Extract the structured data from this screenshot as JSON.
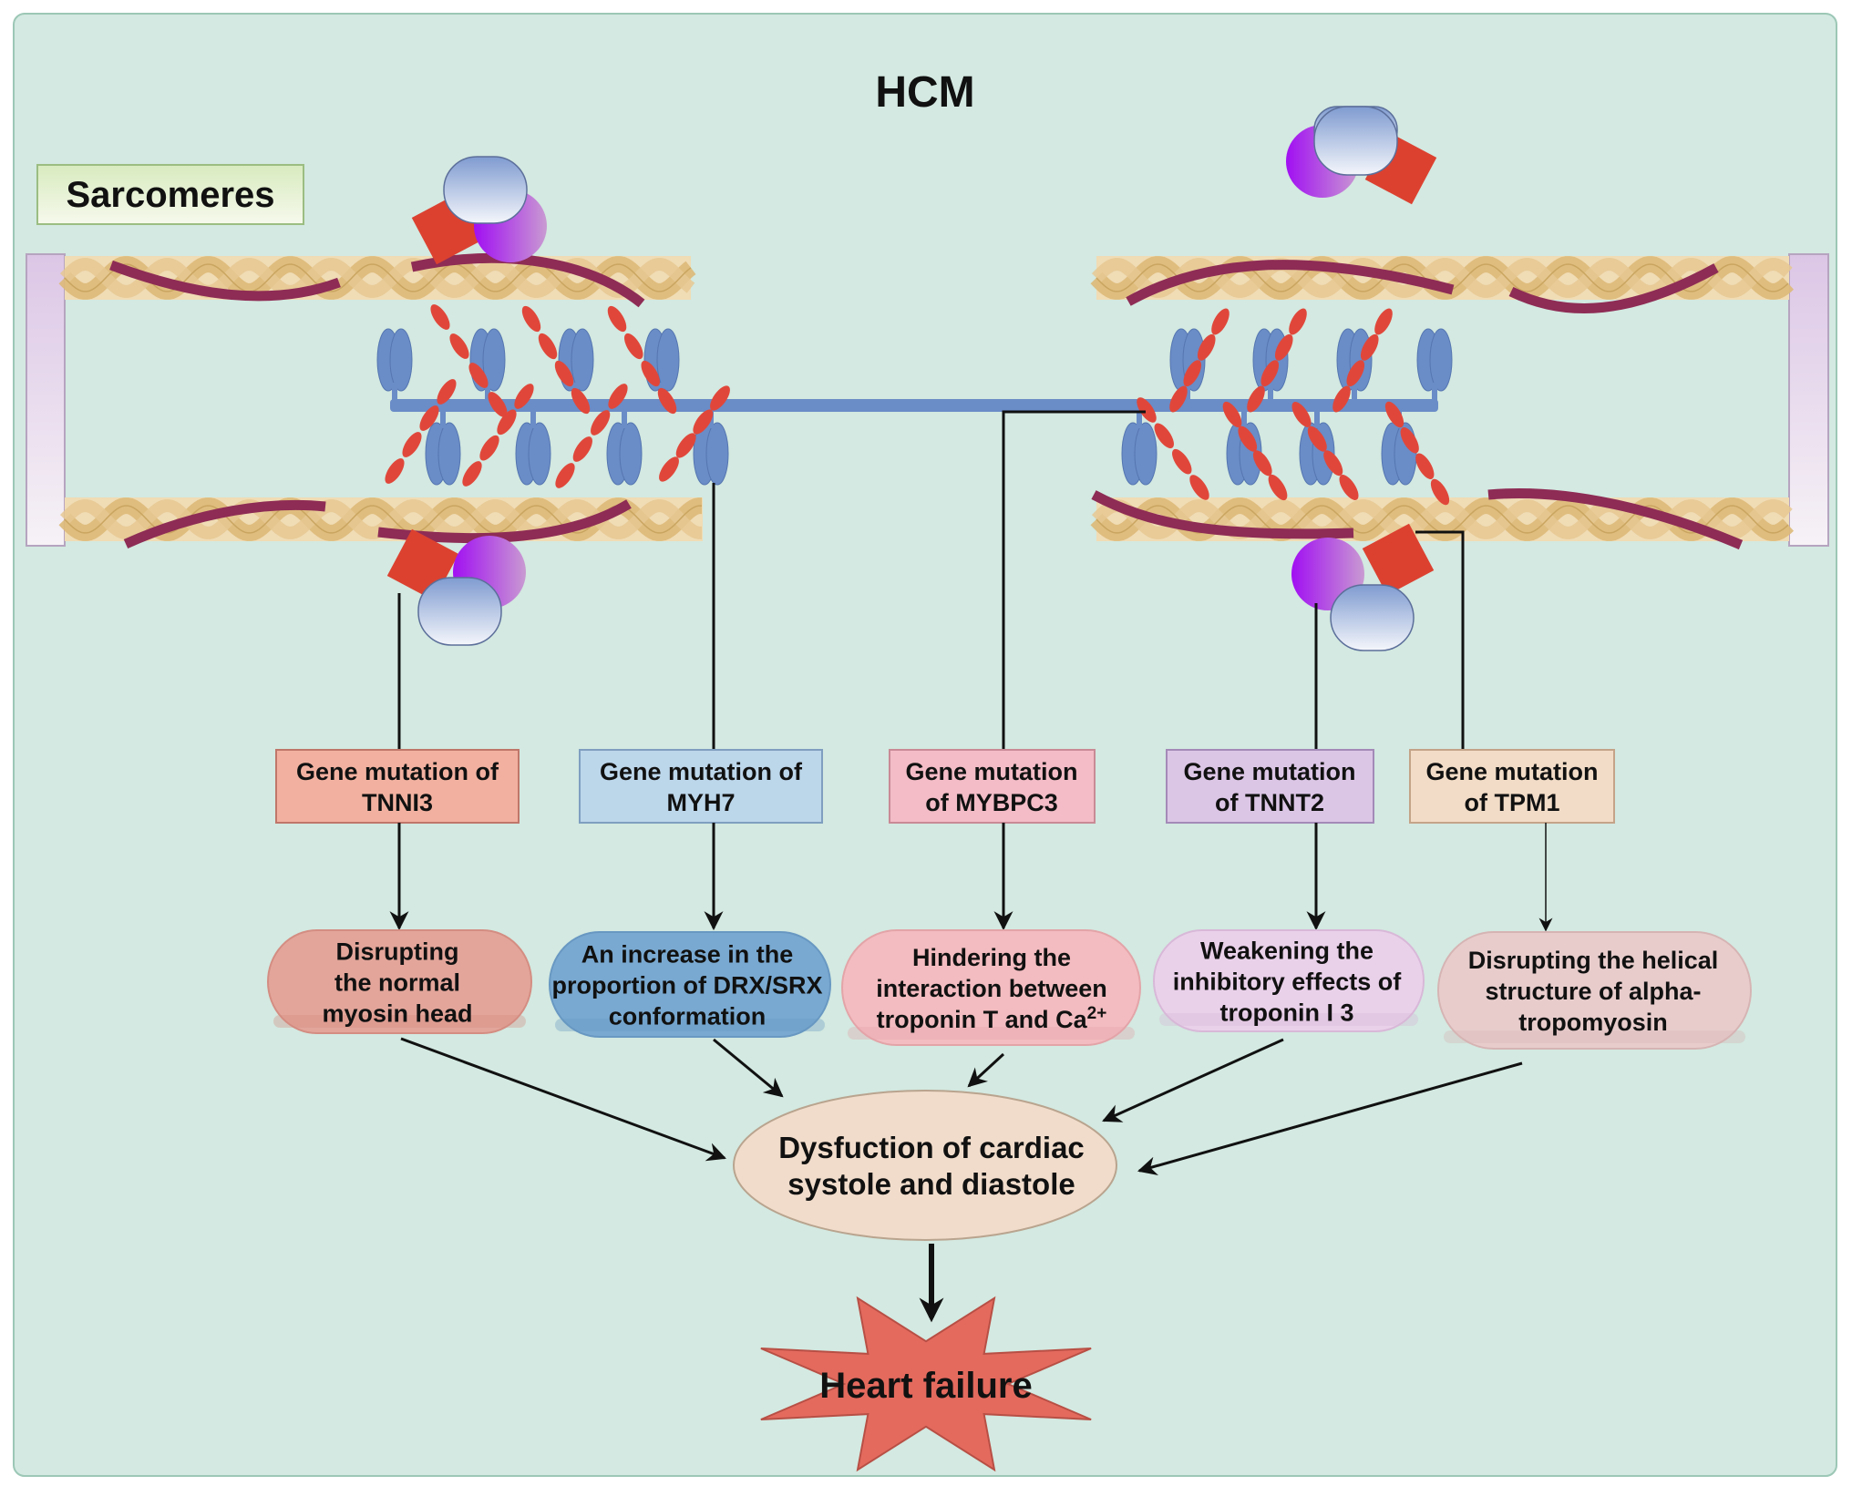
{
  "title": "HCM",
  "section_label": "Sarcomeres",
  "colors": {
    "background": "#d3e9e1",
    "panel_border": "#9cc7b6",
    "actin_light": "#f0dcb5",
    "actin_dark": "#ddb978",
    "tropomyosin": "#8e2c55",
    "myosin": "#6a8cc7",
    "mybpc": "#e0473a",
    "troponin_c": "#b08de0",
    "troponin_i": "#a62af0",
    "troponin_t": "#dc4130"
  },
  "genes": [
    {
      "id": "tnni3",
      "label_line1": "Gene mutation of",
      "label_line2": "TNNI3",
      "fill": "#f2b1a0",
      "stroke": "#c0766a"
    },
    {
      "id": "myh7",
      "label_line1": "Gene mutation of",
      "label_line2": "MYH7",
      "fill": "#bcd6ea",
      "stroke": "#7f9ec0"
    },
    {
      "id": "mybpc3",
      "label_line1": "Gene mutation",
      "label_line2": "of MYBPC3",
      "fill": "#f3bcc6",
      "stroke": "#c98a96"
    },
    {
      "id": "tnnt2",
      "label_line1": "Gene mutation",
      "label_line2": "of TNNT2",
      "fill": "#dcc6e6",
      "stroke": "#a48ab8"
    },
    {
      "id": "tpm1",
      "label_line1": "Gene mutation",
      "label_line2": "of TPM1",
      "fill": "#f2dcc7",
      "stroke": "#c4a388"
    }
  ],
  "effects": [
    {
      "id": "tnni3",
      "lines": [
        "Disrupting",
        "the normal",
        "myosin head"
      ],
      "fill": "#e3a59a",
      "stroke": "#d48d82"
    },
    {
      "id": "myh7",
      "lines": [
        "An increase in the",
        "proportion of DRX/SRX",
        "conformation"
      ],
      "fill": "#79a9d1",
      "stroke": "#6898c2"
    },
    {
      "id": "mybpc3",
      "lines": [
        "Hindering the",
        "interaction between",
        "troponin T and Ca"
      ],
      "superscript": "2+",
      "fill": "#f3bcc0",
      "stroke": "#e3a4a8"
    },
    {
      "id": "tnnt2",
      "lines": [
        "Weakening the",
        "inhibitory effects of",
        "troponin I 3"
      ],
      "fill": "#ead1ea",
      "stroke": "#d8b8d8"
    },
    {
      "id": "tpm1",
      "lines": [
        "Disrupting the helical",
        "structure of alpha-",
        "tropomyosin"
      ],
      "fill": "#e8cccc",
      "stroke": "#d6b4b4"
    }
  ],
  "outcome": {
    "lines": [
      "Dysfuction of cardiac",
      "systole and diastole"
    ],
    "fill": "#f1dccb",
    "stroke": "#b9a48f"
  },
  "final": {
    "label": "Heart failure",
    "fill": "#e46a5e",
    "stroke": "#b84f45"
  }
}
